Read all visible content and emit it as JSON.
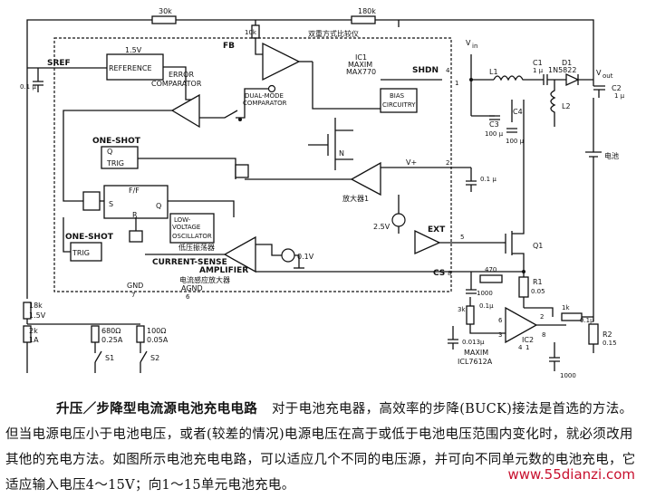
{
  "labels": {
    "r30k": "30k",
    "r180k": "180k",
    "r10k": "10k",
    "fb": "FB",
    "sref": "SREF",
    "c01": "0.1 μ",
    "ref15v": "1.5V",
    "reference": "REFERENCE",
    "error_comp1": "ERROR",
    "error_comp2": "COMPARATOR",
    "dual_mode1": "DUAL-MODE",
    "dual_mode2": "COMPARATOR",
    "dual_mode_cn": "双重方式比较仪",
    "ic1": "IC1",
    "maxim": "MAXIM",
    "max770": "MAX770",
    "shdn": "SHDN",
    "pin4": "4",
    "pin1": "1",
    "bias1": "BIAS",
    "bias2": "CIRCUITRY",
    "vin": "V",
    "vin_sub": "in",
    "l1": "L1",
    "c1": "C1",
    "c1_val": "1 μ",
    "d1": "D1",
    "d1_part": "1N5822",
    "vout": "V",
    "vout_sub": "out",
    "c2": "C2",
    "c2_val": "1 μ",
    "l2": "L2",
    "c3": "C3",
    "c3_val": "100 μ",
    "c4": "C4",
    "c4_val": "100 μ",
    "one_shot_top": "ONE-SHOT",
    "q_top": "Q",
    "trig_top": "TRIG",
    "n_label": "N",
    "vplus": "V+",
    "pin2": "2",
    "c_01b": "0.1 μ",
    "battery": "电池",
    "ff": "F/F",
    "s_label": "S",
    "r_label": "R",
    "qbar": "Q",
    "amp1_cn": "放大器1",
    "low_voltage1": "LOW-",
    "low_voltage2": "VOLTAGE",
    "oscillator": "OSCILLATOR",
    "osc_cn": "低压振荡器",
    "v25": "2.5V",
    "ext": "EXT",
    "pin5": "5",
    "one_shot_bot": "ONE-SHOT",
    "trig_bot": "TRIG",
    "q1": "Q1",
    "current_sense1": "CURRENT-SENSE",
    "current_sense2": "AMPLIFIER",
    "current_sense_cn": "电流感应放大器",
    "v01": "0.1V",
    "cs": "CS",
    "pin8": "8",
    "r470": "470",
    "r1": "R1",
    "r1_val": "0.05",
    "gnd": "GND",
    "agnd": "AGND",
    "pin7": "7",
    "pin6": "6",
    "c1000a": "1000",
    "r18k": "18k",
    "v15": "1.5V",
    "r2k": "2k",
    "a1": "1A",
    "r680": "680Ω",
    "a025": "0.25A",
    "r100": "100Ω",
    "a005": "0.05A",
    "s1": "S1",
    "s2": "S2",
    "r3k": "3k",
    "c01c": "0.1μ",
    "ic2_pin6": "6",
    "ic2_pin3": "3",
    "ic2_pin2": "2",
    "ic2_pin4": "4",
    "ic2_pin1": "1",
    "ic2_pin8": "8",
    "ic2": "IC2",
    "c0013": "0.013μ",
    "maxim2": "MAXIM",
    "icl7612": "ICL7612A",
    "r1k": "1k",
    "c01d": "0.1μ",
    "r2": "R2",
    "r2_val": "0.15",
    "c1000b": "1000"
  },
  "caption": {
    "title": "升压／步降型电流源电池充电电路",
    "body": "对于电池充电器，高效率的步降(BUCK)接法是首选的方法。但当电源电压小于电池电压，或者(较差的情况)电源电压在高于或低于电池电压范围内变化时，就必须改用其他的充电方法。如图所示电池充电电路，可以适应几个不同的电压源，并可向不同单元数的电池充电，它适应输入电压4～15V；向1～15单元电池充电。"
  },
  "watermark": "www.55dianzi.com"
}
